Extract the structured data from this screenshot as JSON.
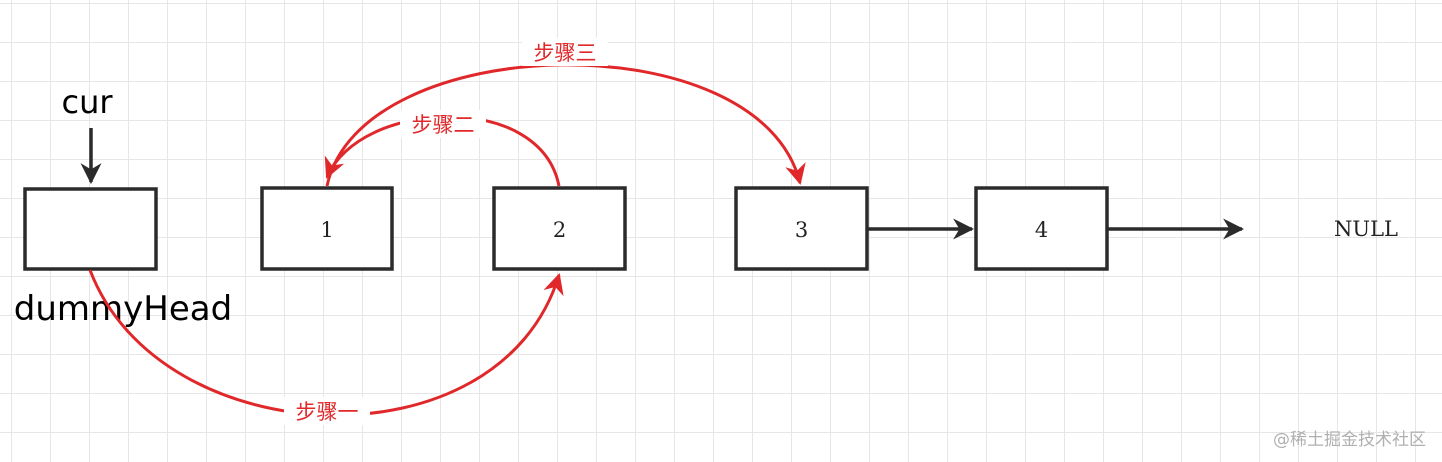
{
  "labels": {
    "cur": "cur",
    "dummy_head": "dummyHead",
    "null": "NULL"
  },
  "nodes": [
    {
      "id": "dummy",
      "value": ""
    },
    {
      "id": "n1",
      "value": "1"
    },
    {
      "id": "n2",
      "value": "2"
    },
    {
      "id": "n3",
      "value": "3"
    },
    {
      "id": "n4",
      "value": "4"
    }
  ],
  "steps": {
    "step1": "步骤一",
    "step2": "步骤二",
    "step3": "步骤三"
  },
  "watermark": "@稀土掘金技术社区",
  "colors": {
    "step_red": "#e0282b",
    "arrow_black": "#2b2b2b",
    "grid": "#e6e6e6"
  }
}
